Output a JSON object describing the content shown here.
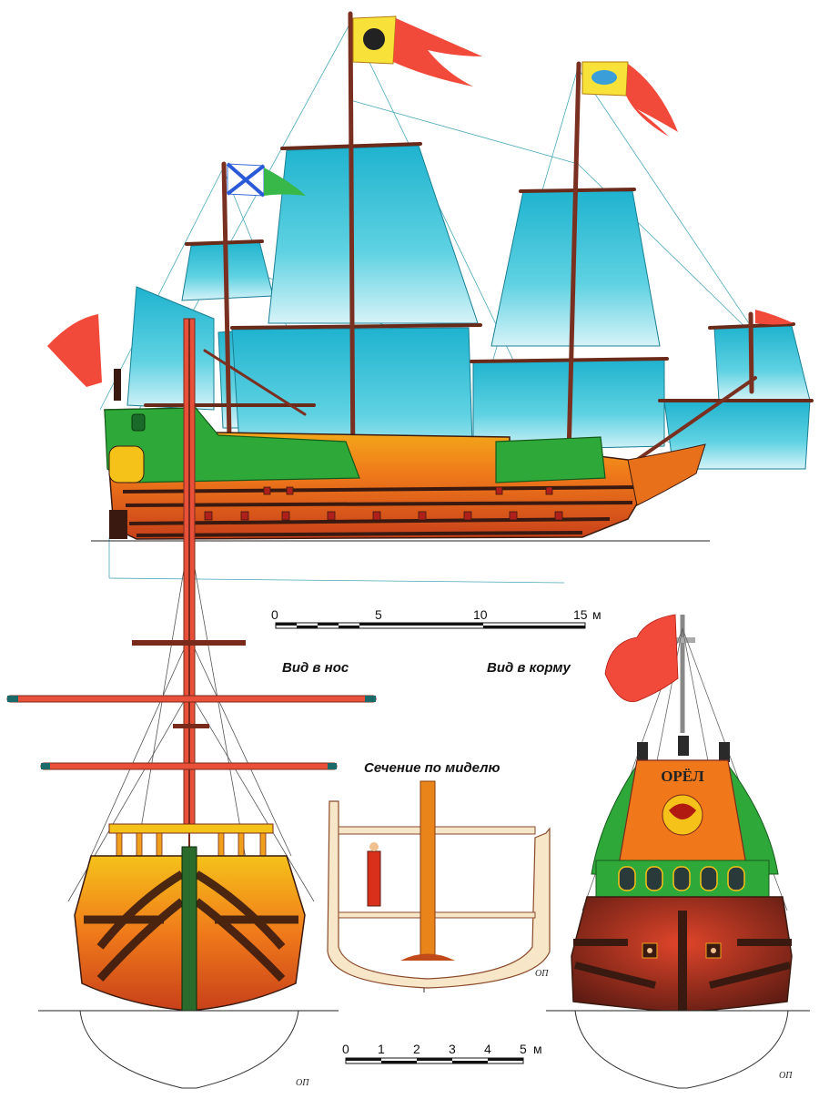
{
  "views": {
    "bow_view_label": "Вид в нос",
    "stern_view_label": "Вид в корму",
    "midship_label": "Сечение по миделю"
  },
  "stern_name": "ОРЁЛ",
  "baseline_marks": [
    "ОП",
    "ОП",
    "ОП"
  ],
  "scales": {
    "large": {
      "ticks": [
        "0",
        "5",
        "10",
        "15"
      ],
      "unit": "м"
    },
    "small": {
      "ticks": [
        "0",
        "1",
        "2",
        "3",
        "4",
        "5"
      ],
      "unit": "м"
    }
  },
  "colors": {
    "sail": "#3ec3d8",
    "hull_green": "#2fa83a",
    "hull_orange": "#f07a1a",
    "hull_yellow": "#f5c21a",
    "hull_dark": "#3a1a10",
    "flag_red": "#f03a2a",
    "mast": "#b03a2a"
  }
}
